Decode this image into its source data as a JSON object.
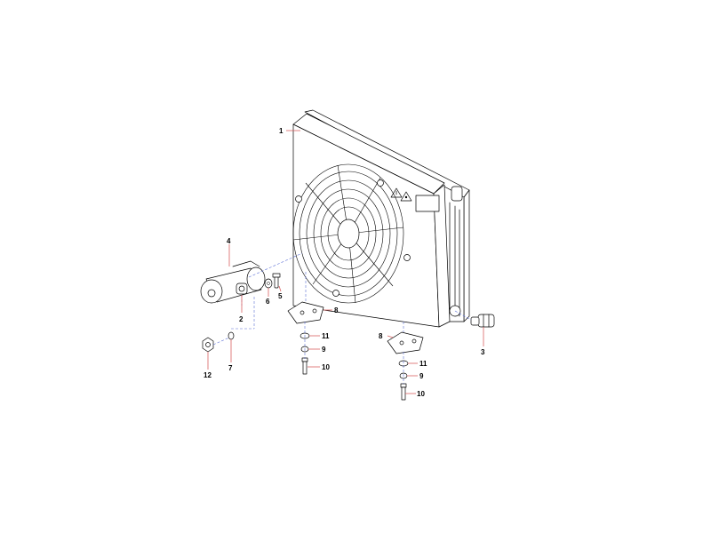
{
  "diagram": {
    "callouts": [
      {
        "id": "c1",
        "label": "1"
      },
      {
        "id": "c2",
        "label": "2"
      },
      {
        "id": "c3",
        "label": "3"
      },
      {
        "id": "c4",
        "label": "4"
      },
      {
        "id": "c5",
        "label": "5"
      },
      {
        "id": "c6",
        "label": "6"
      },
      {
        "id": "c7",
        "label": "7"
      },
      {
        "id": "c8a",
        "label": "8"
      },
      {
        "id": "c8b",
        "label": "8"
      },
      {
        "id": "c9a",
        "label": "9"
      },
      {
        "id": "c9b",
        "label": "9"
      },
      {
        "id": "c10a",
        "label": "10"
      },
      {
        "id": "c10b",
        "label": "10"
      },
      {
        "id": "c11a",
        "label": "11"
      },
      {
        "id": "c11b",
        "label": "11"
      },
      {
        "id": "c12",
        "label": "12"
      }
    ],
    "colors": {
      "line_art": "#000000",
      "leader_lines": "#d96060",
      "center_lines": "#5b6fd6",
      "background": "#ffffff"
    },
    "icons": {
      "warning": "warning-triangle-icon",
      "hand_caution": "hand-caution-icon"
    }
  }
}
